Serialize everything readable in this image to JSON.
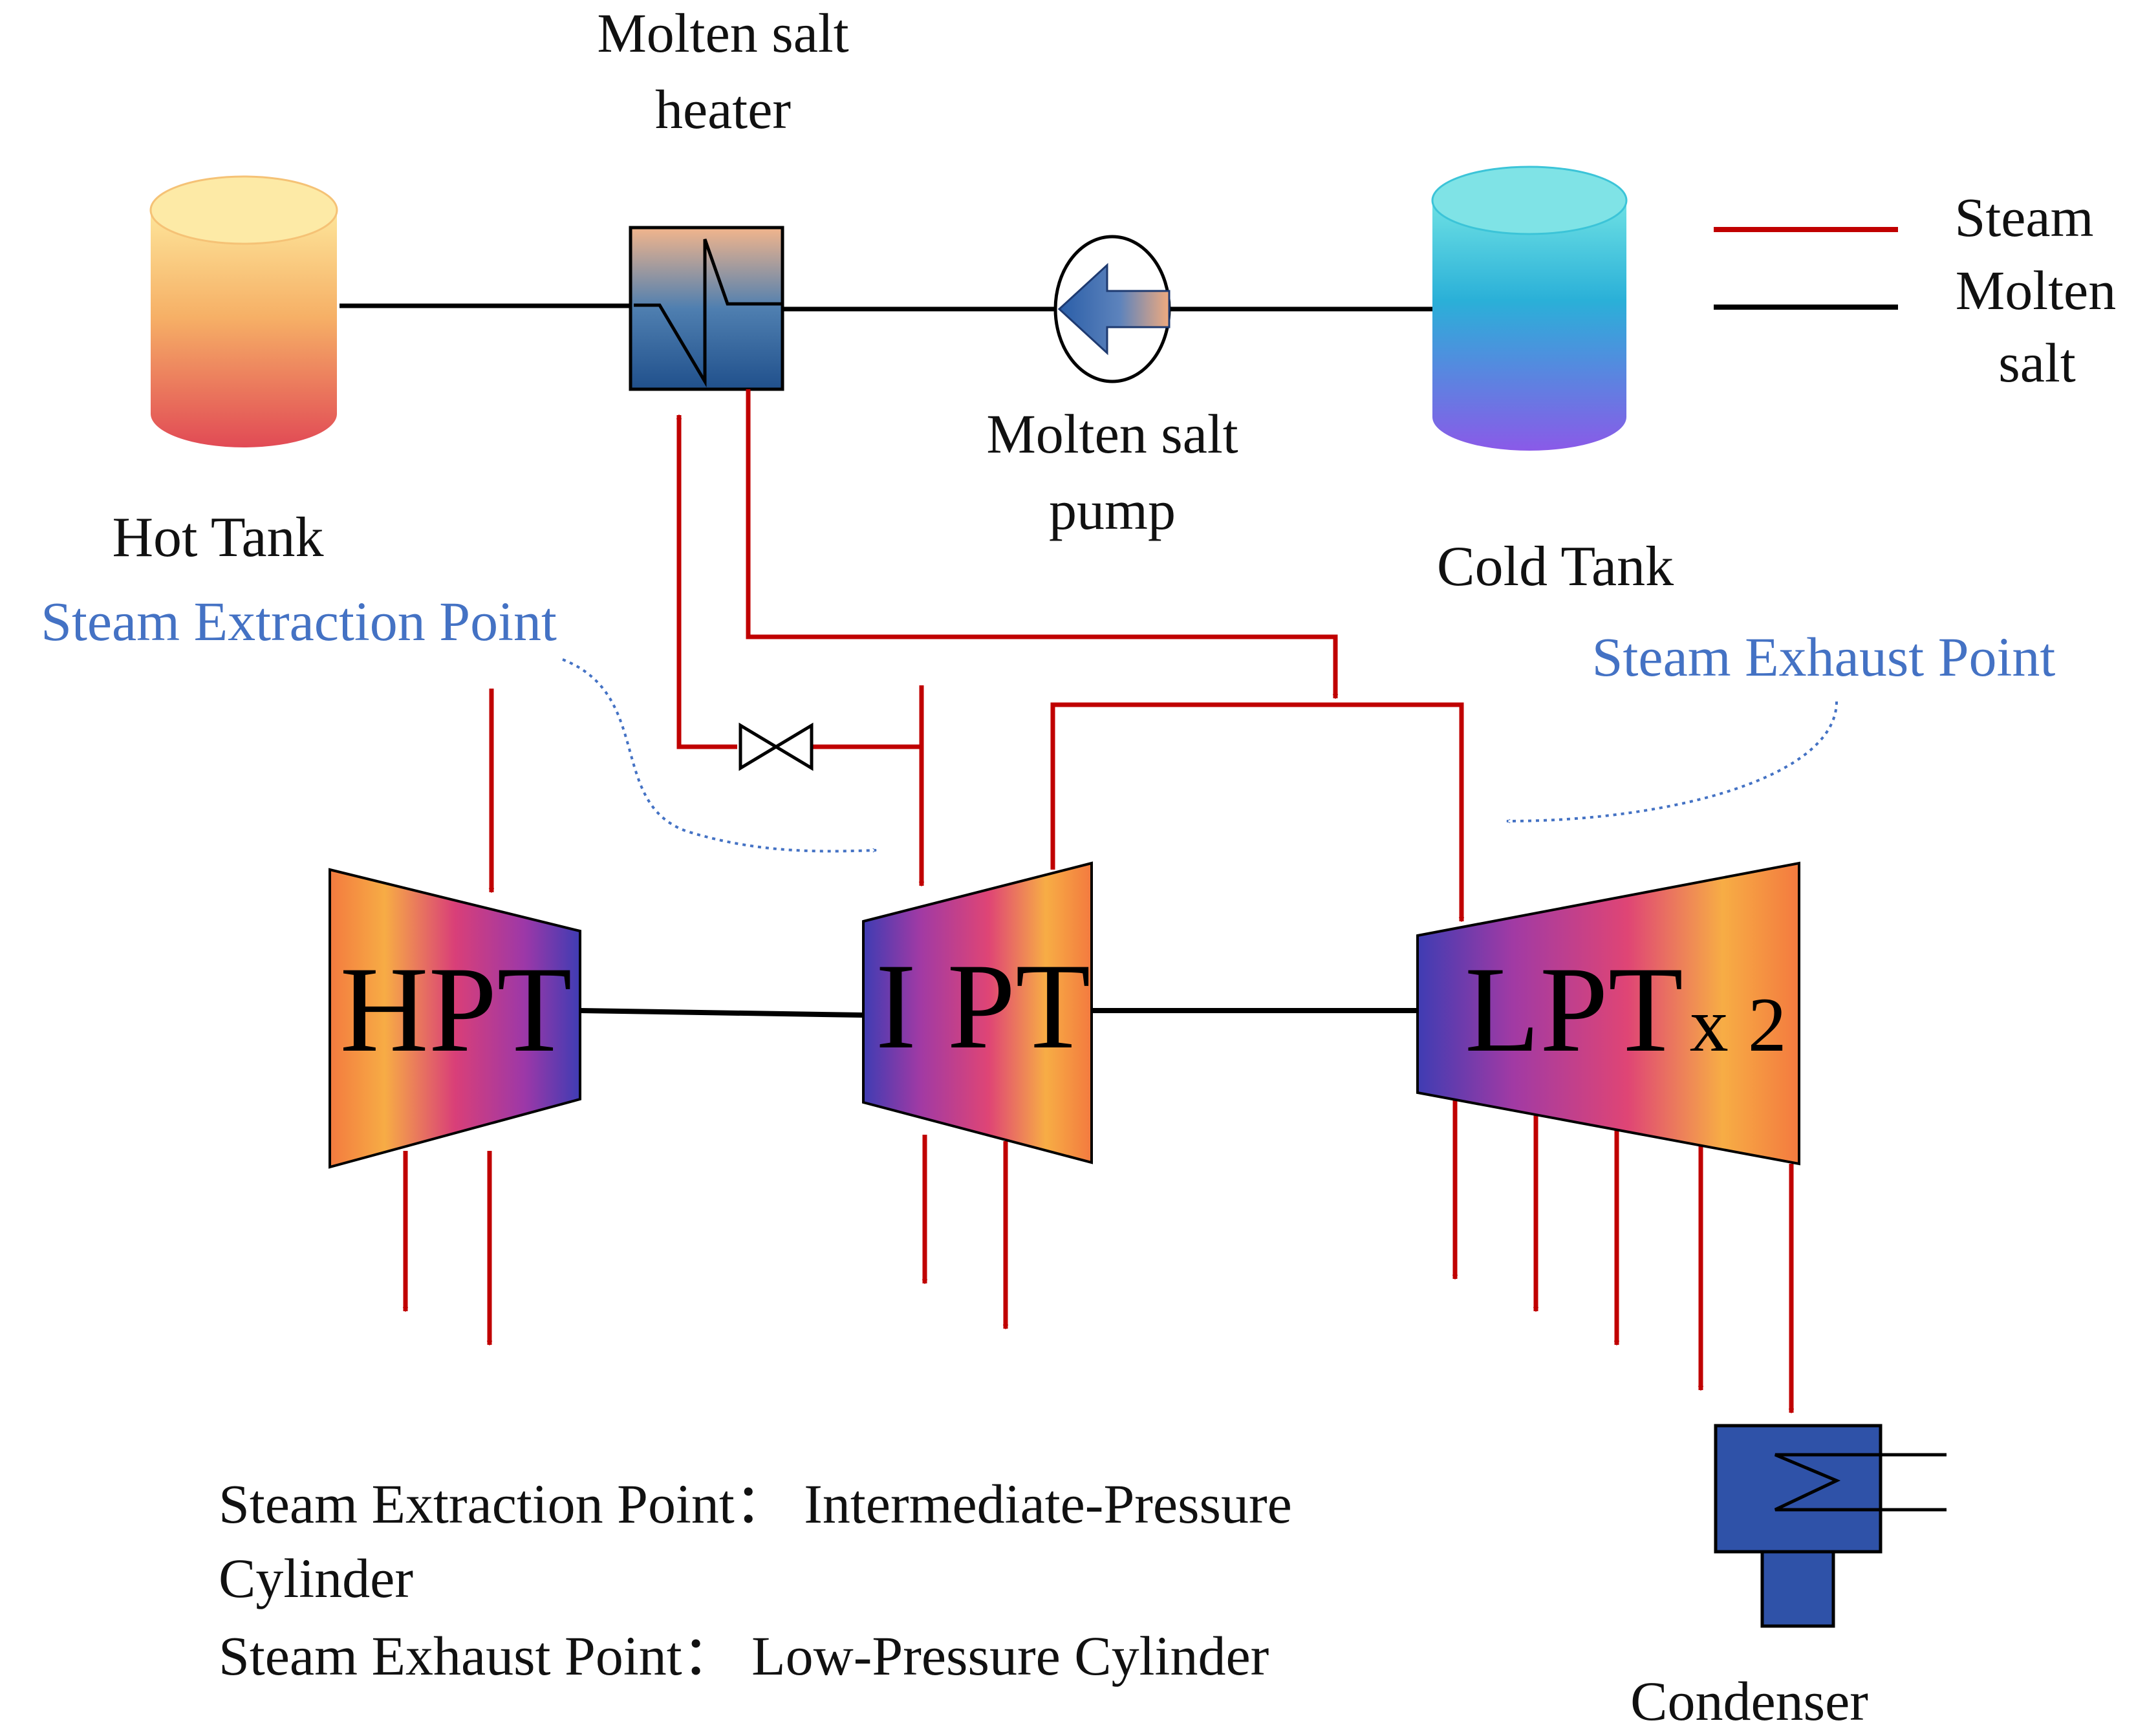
{
  "labels": {
    "heater_line1": "Molten salt",
    "heater_line2": "heater",
    "pump_line1": "Molten salt",
    "pump_line2": "pump",
    "hot_tank": "Hot Tank",
    "cold_tank": "Cold Tank",
    "extraction_point": "Steam Extraction Point",
    "exhaust_point": "Steam Exhaust Point",
    "condenser": "Condenser"
  },
  "legend": {
    "steam": "Steam",
    "molten_line1": "Molten",
    "molten_line2": "salt"
  },
  "turbines": {
    "hpt": "HPT",
    "ipt": "I PT",
    "lpt": "LPT",
    "lpt_mult": "x 2"
  },
  "notes": {
    "line1": "Steam Extraction Point： Intermediate-Pressure",
    "line2": "Cylinder",
    "line3": "Steam Exhaust Point： Low-Pressure Cylinder"
  },
  "colors": {
    "steam": "#c00000",
    "molten_salt": "#000000",
    "annotation_blue": "#4472c4",
    "condenser_fill": "#2f52a8",
    "turbine_orange": "#f7a13a",
    "turbine_magenta": "#d73e7a",
    "turbine_indigo": "#4b3fb5"
  }
}
